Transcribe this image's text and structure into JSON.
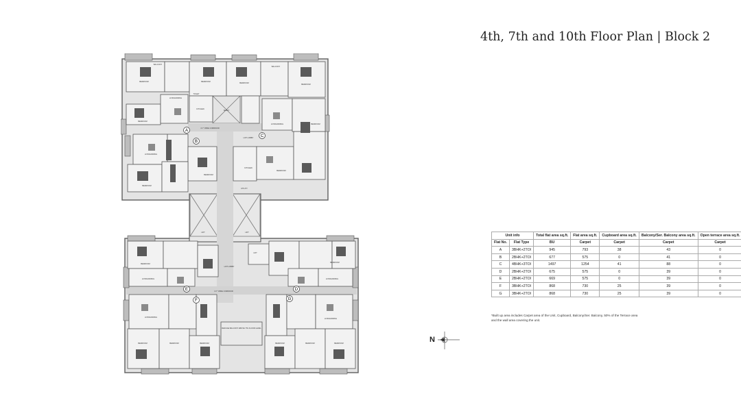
{
  "title": "4th, 7th and 10th Floor Plan | Block 2",
  "plan": {
    "unit_markers": [
      "A",
      "B",
      "C",
      "D",
      "E",
      "F",
      "G"
    ],
    "rooms": {
      "balcony": "BALCONY",
      "bedroom": "BEDROOM",
      "toilet": "TOILET",
      "kitchen": "KITCHEN",
      "living_dining": "LIVING/DINING",
      "dining": "DINING",
      "shaft": "SHAFT",
      "lift": "LIFT",
      "lift_lobby": "LIFT LOBBY",
      "utility": "UTILITY",
      "wide_corridor": "4'-7\" WIDE CORRIDOR",
      "refuge": "REFUGE BALCONY ABOVE 7TH FLOOR LEVEL"
    }
  },
  "table": {
    "header1": [
      "Unit info",
      "Total flat area sq.ft.",
      "Flat area sq.ft.",
      "Cupboard area sq.ft.",
      "Balcony/Ser. Balcony area sq.ft.",
      "Open terrace area sq.ft."
    ],
    "header2": [
      "Flat No.",
      "Flat Type",
      "BU",
      "Carpet",
      "Carpet",
      "Carpet",
      "Carpet"
    ],
    "rows": [
      [
        "A",
        "3BHK+2TOI",
        "945",
        "793",
        "38",
        "43",
        "0"
      ],
      [
        "B",
        "2BHK+2TOI",
        "677",
        "575",
        "0",
        "41",
        "0"
      ],
      [
        "C",
        "4BHK+3TOI",
        "1497",
        "1254",
        "41",
        "88",
        "0"
      ],
      [
        "D",
        "2BHK+2TOI",
        "675",
        "575",
        "0",
        "39",
        "0"
      ],
      [
        "E",
        "2BHK+2TOI",
        "669",
        "575",
        "0",
        "39",
        "0"
      ],
      [
        "F",
        "3BHK+2TOI",
        "868",
        "730",
        "25",
        "39",
        "0"
      ],
      [
        "G",
        "3BHK+2TOI",
        "868",
        "730",
        "25",
        "39",
        "0"
      ]
    ]
  },
  "footnote_line1": "*Built up area includes Carpet area of the Unit, Cupboard, Balcony/Ser. Balcony, 50% of the Terrace area",
  "footnote_line2": "and the wall area covering the unit.",
  "compass_label": "N"
}
